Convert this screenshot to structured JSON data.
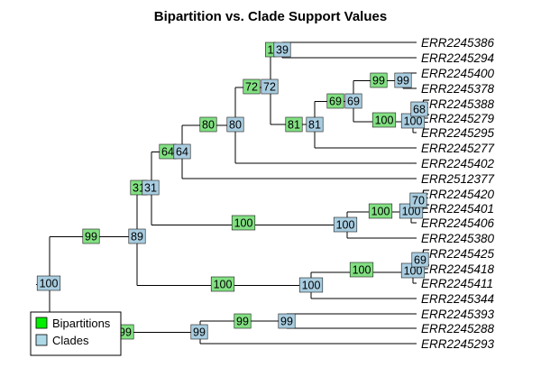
{
  "title": "Bipartition vs. Clade Support Values",
  "colors": {
    "bipartition": "#82e082",
    "clade": "#a9cde0",
    "legend_bip": "#00ee00",
    "legend_clade": "#add8e6",
    "edge": "#000000"
  },
  "legend": {
    "items": [
      {
        "label": "Bipartitions",
        "color": "#00ee00"
      },
      {
        "label": "Clades",
        "color": "#add8e6"
      }
    ]
  },
  "tips": [
    "ERR2245386",
    "ERR2245294",
    "ERR2245400",
    "ERR2245378",
    "ERR2245388",
    "ERR2245279",
    "ERR2245295",
    "ERR2245277",
    "ERR2245402",
    "ERR2512377",
    "ERR2245420",
    "ERR2245401",
    "ERR2245406",
    "ERR2245380",
    "ERR2245425",
    "ERR2245418",
    "ERR2245411",
    "ERR2245344",
    "ERR2245393",
    "ERR2245288",
    "ERR2245293"
  ],
  "support": [
    {
      "node": "root-upper",
      "bipartition": "",
      "clade": "100"
    },
    {
      "node": "upper",
      "bipartition": "99",
      "clade": "89"
    },
    {
      "node": "big",
      "bipartition": "31",
      "clade": "31"
    },
    {
      "node": "inner-a",
      "bipartition": "64",
      "clade": "64"
    },
    {
      "node": "inner-b",
      "bipartition": "80",
      "clade": "80"
    },
    {
      "node": "inner-c",
      "bipartition": "72",
      "clade": "72"
    },
    {
      "node": "pair-386",
      "bipartition": "1",
      "clade": "39"
    },
    {
      "node": "inner-d",
      "bipartition": "81",
      "clade": "81"
    },
    {
      "node": "inner-e",
      "bipartition": "69",
      "clade": "69"
    },
    {
      "node": "pair-400",
      "bipartition": "99",
      "clade": "99"
    },
    {
      "node": "inner-f",
      "bipartition": "100",
      "clade": "100"
    },
    {
      "node": "pair-388",
      "bipartition": "",
      "clade": "68"
    },
    {
      "node": "group-420",
      "bipartition": "100",
      "clade": "100"
    },
    {
      "node": "inner-g",
      "bipartition": "100",
      "clade": "100"
    },
    {
      "node": "pair-420",
      "bipartition": "",
      "clade": "70"
    },
    {
      "node": "group-425",
      "bipartition": "100",
      "clade": "100"
    },
    {
      "node": "inner-h",
      "bipartition": "100",
      "clade": "100"
    },
    {
      "node": "pair-425",
      "bipartition": "",
      "clade": "69"
    },
    {
      "node": "lower",
      "bipartition": "99",
      "clade": "99"
    },
    {
      "node": "pair-393",
      "bipartition": "99",
      "clade": "99"
    }
  ]
}
